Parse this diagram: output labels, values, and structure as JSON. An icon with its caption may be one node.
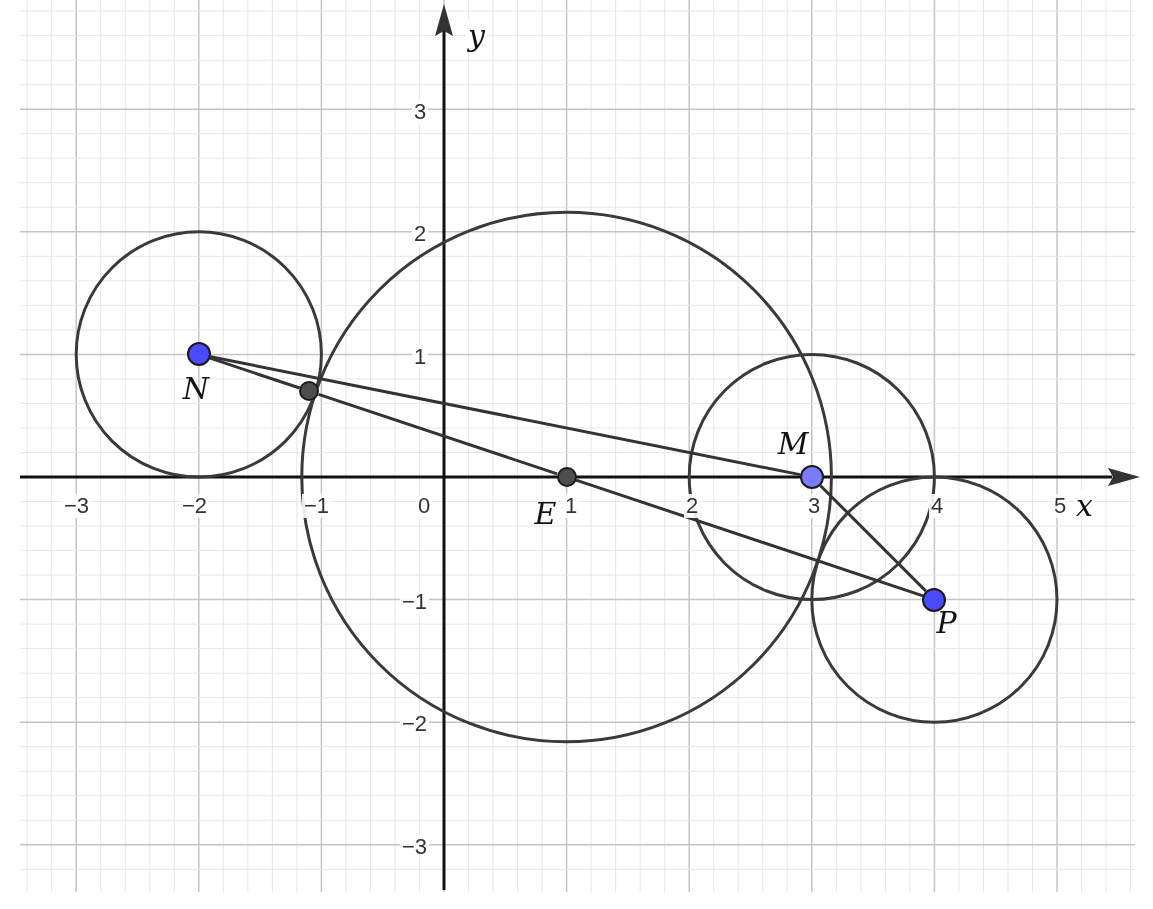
{
  "diagram": {
    "nodes": [
      {
        "text": [
          "N"
        ]
      },
      {
        "text": [],
        "shape": "circle"
      },
      {
        "text": [
          "E"
        ]
      },
      {
        "text": [
          "M"
        ]
      },
      {
        "text": [
          "P"
        ]
      }
    ],
    "edges": [
      {
        "from": 0,
        "to": 3,
        "arrow": "none"
      },
      {
        "from": 3,
        "to": 4,
        "arrow": "none"
      },
      {
        "from": 0,
        "to": 1,
        "arrow": "none"
      },
      {
        "from": 1,
        "to": 2,
        "arrow": "none"
      },
      {
        "from": 2,
        "to": 4,
        "arrow": "none"
      }
    ],
    "labels": [
      "y",
      "3",
      "2",
      "1",
      "−3",
      "−2",
      "−1",
      "0",
      "1",
      "2",
      "3",
      "4",
      "5",
      "x",
      "−1",
      "−2",
      "−3"
    ]
  }
}
